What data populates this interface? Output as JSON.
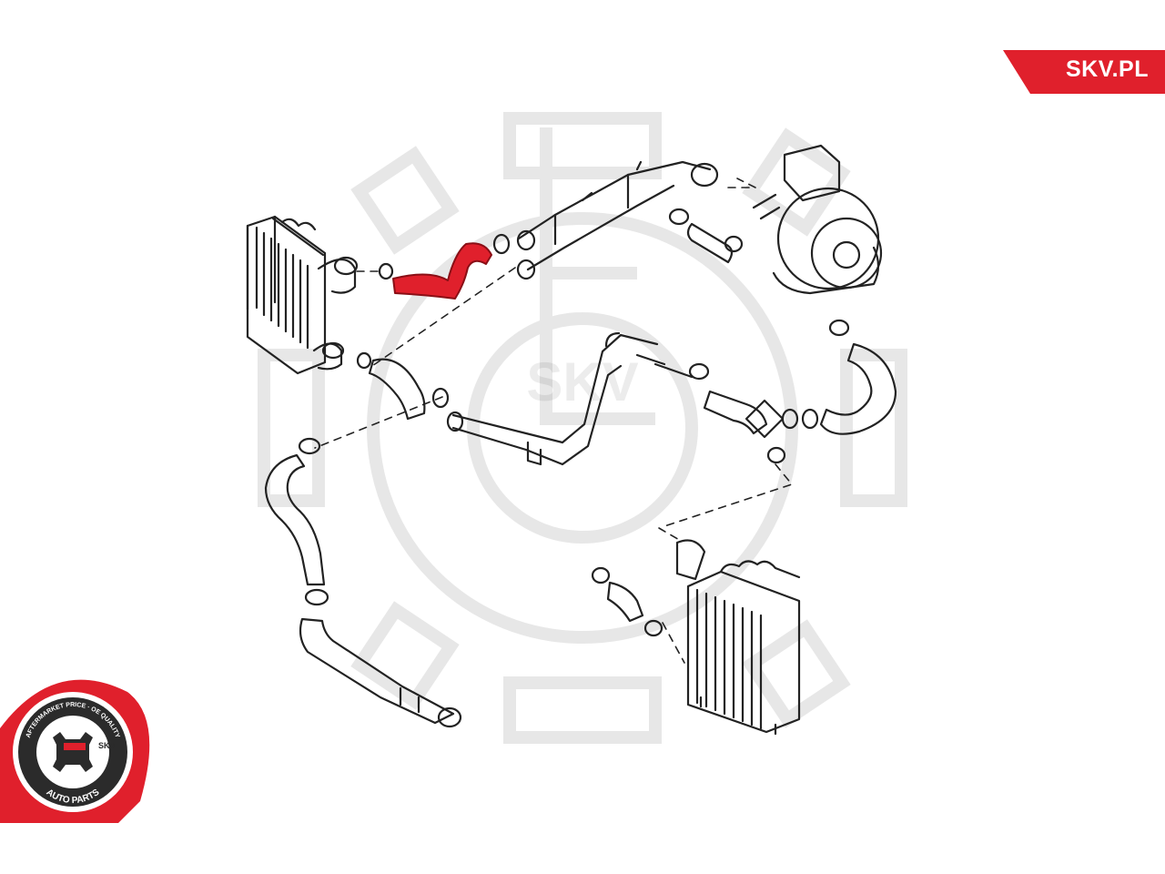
{
  "brand": {
    "site_label": "SKV.PL",
    "accent_color": "#e0202c",
    "badge_text_top": "AFTERMARKET PRICE · OE QUALITY",
    "badge_text_bottom": "AUTO PARTS",
    "badge_center": "SKV"
  },
  "watermark": {
    "text": "SKV",
    "icon": "gear-e-watermark-icon"
  },
  "diagram": {
    "highlight_color": "#e0202c",
    "line_color": "#222222",
    "highlighted_part": "intercooler-charge-air-hose",
    "parts": [
      "intercooler-left",
      "intercooler-right",
      "turbocharger",
      "charge-air-pipe-upper",
      "charge-air-pipe-lower",
      "charge-air-hose-highlighted",
      "hose-clamps",
      "o-rings",
      "coolant-return-pipe",
      "elbow-hose-right"
    ]
  }
}
